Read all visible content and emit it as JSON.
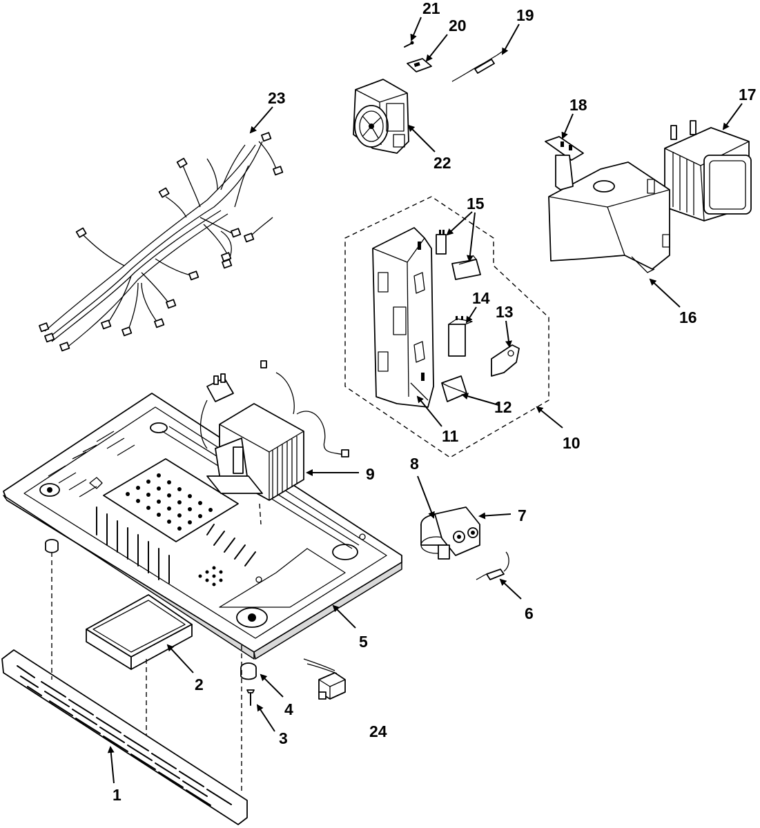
{
  "diagram": {
    "callouts": [
      {
        "id": "c1",
        "label": "1"
      },
      {
        "id": "c2",
        "label": "2"
      },
      {
        "id": "c3",
        "label": "3"
      },
      {
        "id": "c4",
        "label": "4"
      },
      {
        "id": "c5",
        "label": "5"
      },
      {
        "id": "c6",
        "label": "6"
      },
      {
        "id": "c7",
        "label": "7"
      },
      {
        "id": "c8",
        "label": "8"
      },
      {
        "id": "c9",
        "label": "9"
      },
      {
        "id": "c10",
        "label": "10"
      },
      {
        "id": "c11",
        "label": "11"
      },
      {
        "id": "c12",
        "label": "12"
      },
      {
        "id": "c13",
        "label": "13"
      },
      {
        "id": "c14",
        "label": "14"
      },
      {
        "id": "c15",
        "label": "15"
      },
      {
        "id": "c16",
        "label": "16"
      },
      {
        "id": "c17",
        "label": "17"
      },
      {
        "id": "c18",
        "label": "18"
      },
      {
        "id": "c19",
        "label": "19"
      },
      {
        "id": "c20",
        "label": "20"
      },
      {
        "id": "c21",
        "label": "21"
      },
      {
        "id": "c22",
        "label": "22"
      },
      {
        "id": "c23",
        "label": "23"
      },
      {
        "id": "c24",
        "label": "24"
      }
    ]
  }
}
